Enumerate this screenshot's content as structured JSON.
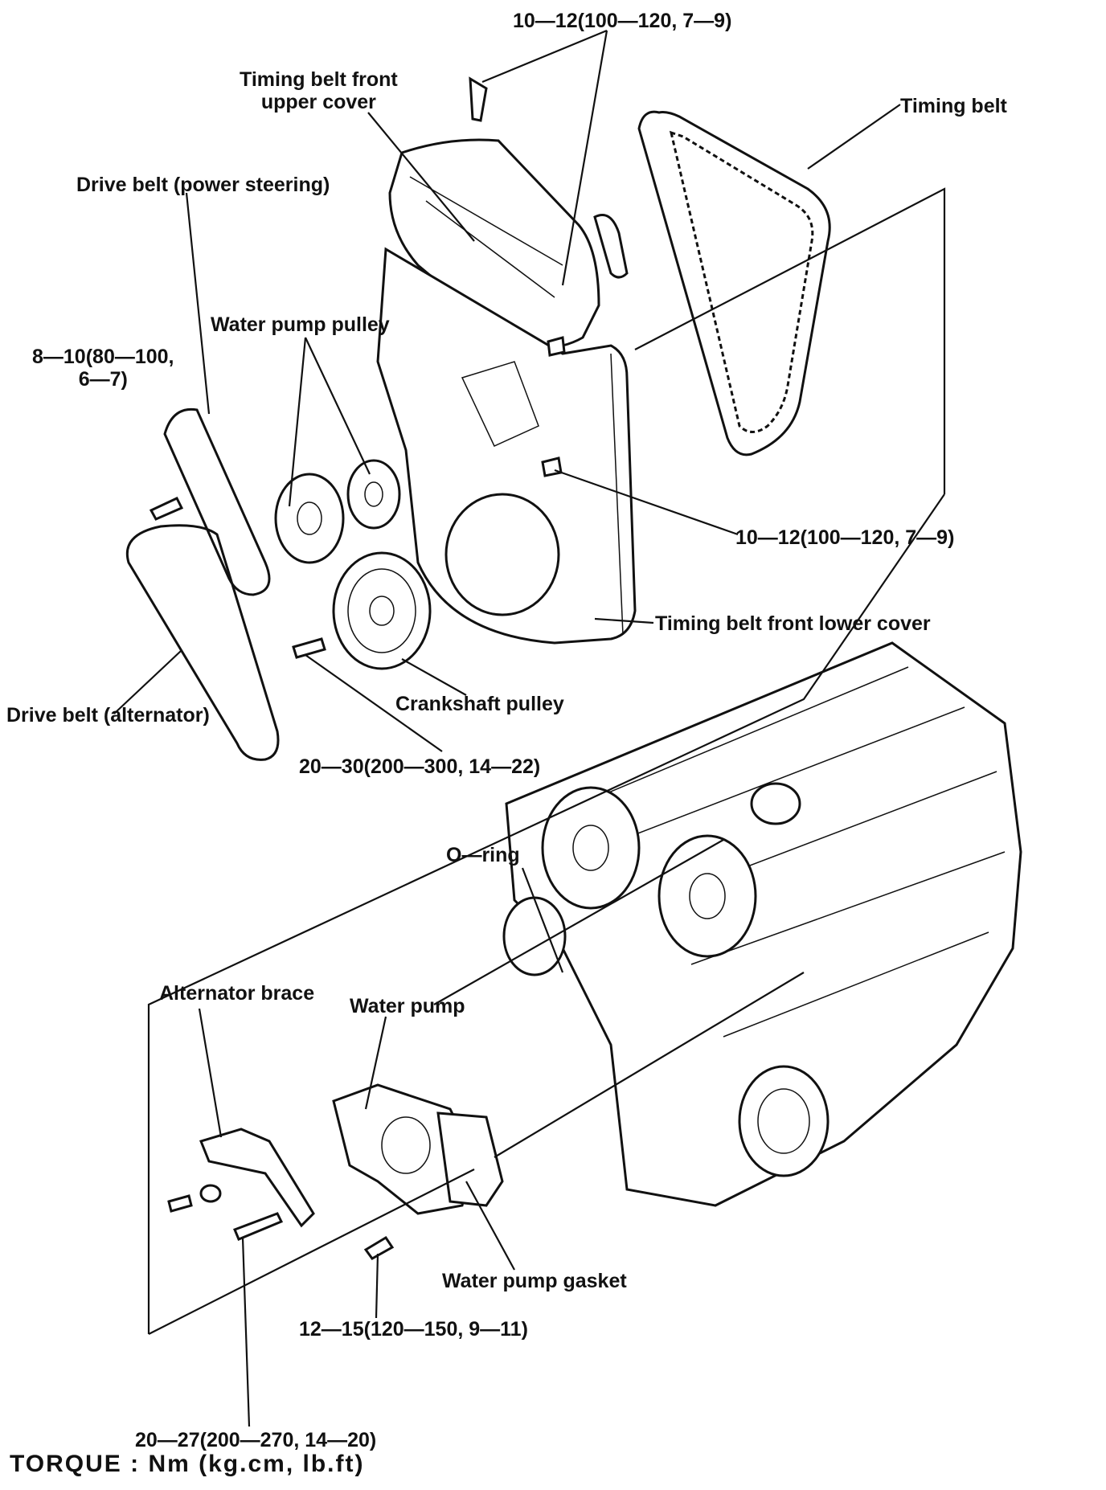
{
  "labels": {
    "torque_top": "10—12(100—120, 7—9)",
    "upper_cover": "Timing belt front\nupper cover",
    "timing_belt": "Timing belt",
    "ps_belt": "Drive belt (power steering)",
    "wp_pulley": "Water pump pulley",
    "torque_8_10": "8—10(80—100,\n6—7)",
    "torque_mid": "10—12(100—120, 7—9)",
    "lower_cover": "Timing belt front lower cover",
    "crank_pulley": "Crankshaft pulley",
    "alt_belt": "Drive belt (alternator)",
    "torque_20_30": "20—30(200—300, 14—22)",
    "o_ring": "O—ring",
    "alt_brace": "Alternator brace",
    "water_pump": "Water pump",
    "wp_gasket": "Water pump gasket",
    "torque_12_15": "12—15(120—150, 9—11)",
    "torque_20_27": "20—27(200—270, 14—20)",
    "torque_units": "TORQUE : Nm (kg.cm, lb.ft)"
  }
}
